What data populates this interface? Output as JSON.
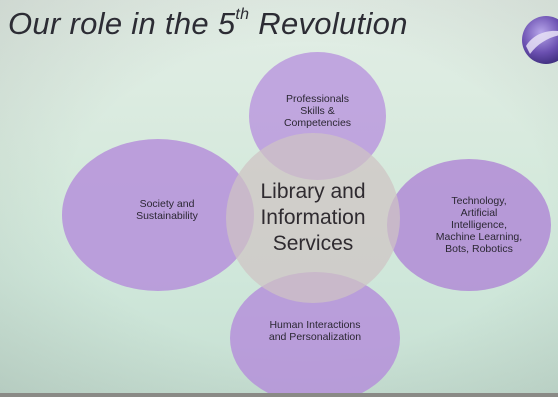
{
  "slide": {
    "title_main": "Our role in the 5",
    "title_sup": "th",
    "title_end": " Revolution"
  },
  "diagram": {
    "center": "Library and\nInformation\nServices",
    "top": "Professionals\nSkills &\nCompetencies",
    "left": "Society and\nSustainability",
    "right": "Technology,\nArtificial\nIntelligence,\nMachine Learning,\nBots, Robotics",
    "bottom": "Human Interactions\nand Personalization"
  },
  "colors": {
    "background": "#d5e9dc",
    "bubble": "#b68ede",
    "center": "#cec4c4",
    "logo": "#6a4fb0"
  },
  "icons": {
    "logo": "swoosh-logo-icon"
  }
}
